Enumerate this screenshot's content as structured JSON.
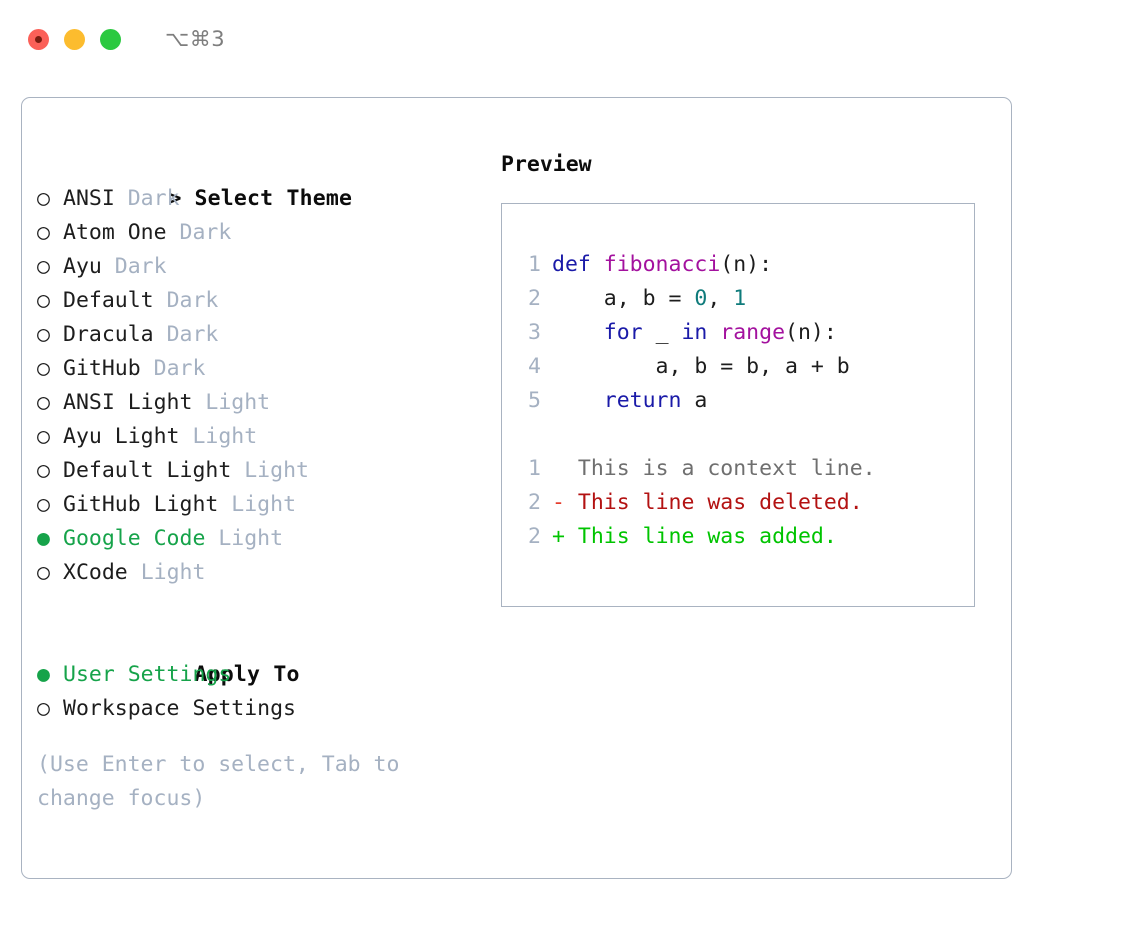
{
  "titlebar": {
    "shortcut": "⌥⌘3",
    "buttons": [
      {
        "name": "close",
        "color": "#fb6058"
      },
      {
        "name": "minimize",
        "color": "#fcbc2e"
      },
      {
        "name": "zoom",
        "color": "#2bc940"
      }
    ]
  },
  "theme_picker": {
    "header_marker": ">",
    "header": "Select Theme",
    "items": [
      {
        "marker": "○",
        "name": "ANSI",
        "suffix": "Dark",
        "selected": false
      },
      {
        "marker": "○",
        "name": "Atom One",
        "suffix": "Dark",
        "selected": false
      },
      {
        "marker": "○",
        "name": "Ayu",
        "suffix": "Dark",
        "selected": false
      },
      {
        "marker": "○",
        "name": "Default",
        "suffix": "Dark",
        "selected": false
      },
      {
        "marker": "○",
        "name": "Dracula",
        "suffix": "Dark",
        "selected": false
      },
      {
        "marker": "○",
        "name": "GitHub",
        "suffix": "Dark",
        "selected": false
      },
      {
        "marker": "○",
        "name": "ANSI Light",
        "suffix": "Light",
        "selected": false
      },
      {
        "marker": "○",
        "name": "Ayu Light",
        "suffix": "Light",
        "selected": false
      },
      {
        "marker": "○",
        "name": "Default Light",
        "suffix": "Light",
        "selected": false
      },
      {
        "marker": "○",
        "name": "GitHub Light",
        "suffix": "Light",
        "selected": false
      },
      {
        "marker": "●",
        "name": "Google Code",
        "suffix": "Light",
        "selected": true
      },
      {
        "marker": "○",
        "name": "XCode",
        "suffix": "Light",
        "selected": false
      }
    ]
  },
  "apply_to": {
    "header": "Apply To",
    "items": [
      {
        "marker": "●",
        "name": "User Settings",
        "selected": true
      },
      {
        "marker": "○",
        "name": "Workspace Settings",
        "selected": false
      }
    ]
  },
  "hint": "(Use Enter to select, Tab to change focus)",
  "preview": {
    "title": "Preview",
    "code_lines": [
      {
        "lineno": "1",
        "tokens": [
          {
            "text": "def ",
            "type": "kw"
          },
          {
            "text": "fibonacci",
            "type": "fn"
          },
          {
            "text": "(n):",
            "type": "plain"
          }
        ]
      },
      {
        "lineno": "2",
        "tokens": [
          {
            "text": "    a, b = ",
            "type": "plain"
          },
          {
            "text": "0",
            "type": "num"
          },
          {
            "text": ", ",
            "type": "plain"
          },
          {
            "text": "1",
            "type": "num"
          }
        ]
      },
      {
        "lineno": "3",
        "tokens": [
          {
            "text": "    for ",
            "type": "kw"
          },
          {
            "text": "_ ",
            "type": "plain"
          },
          {
            "text": "in ",
            "type": "kw"
          },
          {
            "text": "range",
            "type": "fn"
          },
          {
            "text": "(n):",
            "type": "plain"
          }
        ]
      },
      {
        "lineno": "4",
        "tokens": [
          {
            "text": "        a, b = b, a + b",
            "type": "plain"
          }
        ]
      },
      {
        "lineno": "5",
        "tokens": [
          {
            "text": "    return ",
            "type": "kw"
          },
          {
            "text": "a",
            "type": "plain"
          }
        ]
      }
    ],
    "diff_lines": [
      {
        "lineno": "1",
        "sign": " ",
        "text": "This is a context line.",
        "type": "context"
      },
      {
        "lineno": "2",
        "sign": "-",
        "text": "This line was deleted.",
        "type": "del"
      },
      {
        "lineno": "2",
        "sign": "+",
        "text": "This line was added.",
        "type": "add"
      }
    ]
  },
  "colors": {
    "selected_green": "#16a34a",
    "muted": "#a5b1c2",
    "border": "#a9b3c1",
    "keyword": "#1a1aa8",
    "function": "#a3119e",
    "number": "#0f7b7b",
    "diff_delete": "#b31212",
    "diff_add": "#00c400",
    "diff_context": "#6f6f6f"
  }
}
